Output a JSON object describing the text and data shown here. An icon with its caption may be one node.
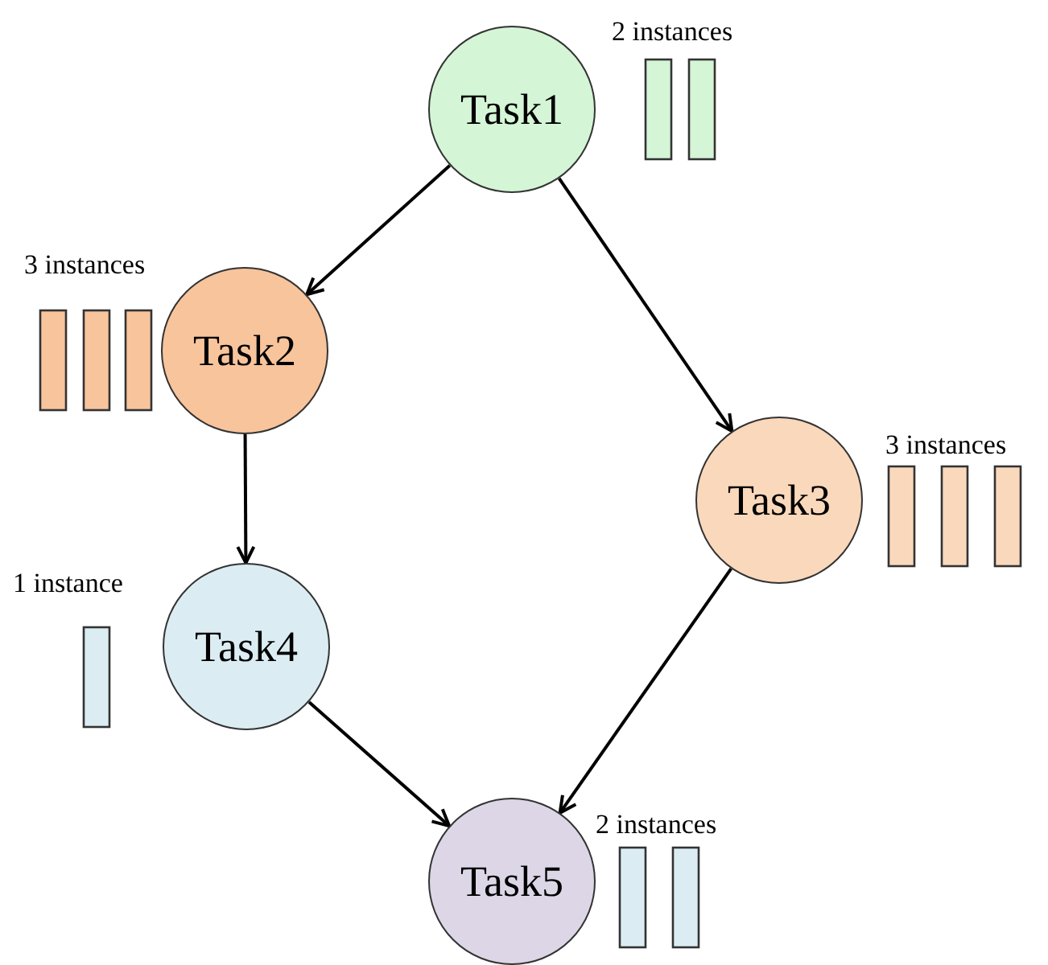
{
  "diagram": {
    "nodes": [
      {
        "text": [
          "Task1"
        ],
        "beside": [
          "2 instances"
        ]
      },
      {
        "text": [
          "Task2"
        ],
        "beside": [
          "3 instances"
        ]
      },
      {
        "text": [
          "Task3"
        ],
        "beside": [
          "3 instances"
        ]
      },
      {
        "text": [
          "Task4"
        ],
        "beside": [
          "1 instance"
        ]
      },
      {
        "text": [
          "Task5"
        ],
        "beside": [
          "2 instances"
        ]
      }
    ],
    "edges": [
      {
        "from": 0,
        "to": 1,
        "arrow": "to"
      },
      {
        "from": 0,
        "to": 2,
        "arrow": "to"
      },
      {
        "from": 1,
        "to": 3,
        "arrow": "to"
      },
      {
        "from": 2,
        "to": 4,
        "arrow": "to"
      },
      {
        "from": 3,
        "to": 4,
        "arrow": "to"
      }
    ]
  }
}
